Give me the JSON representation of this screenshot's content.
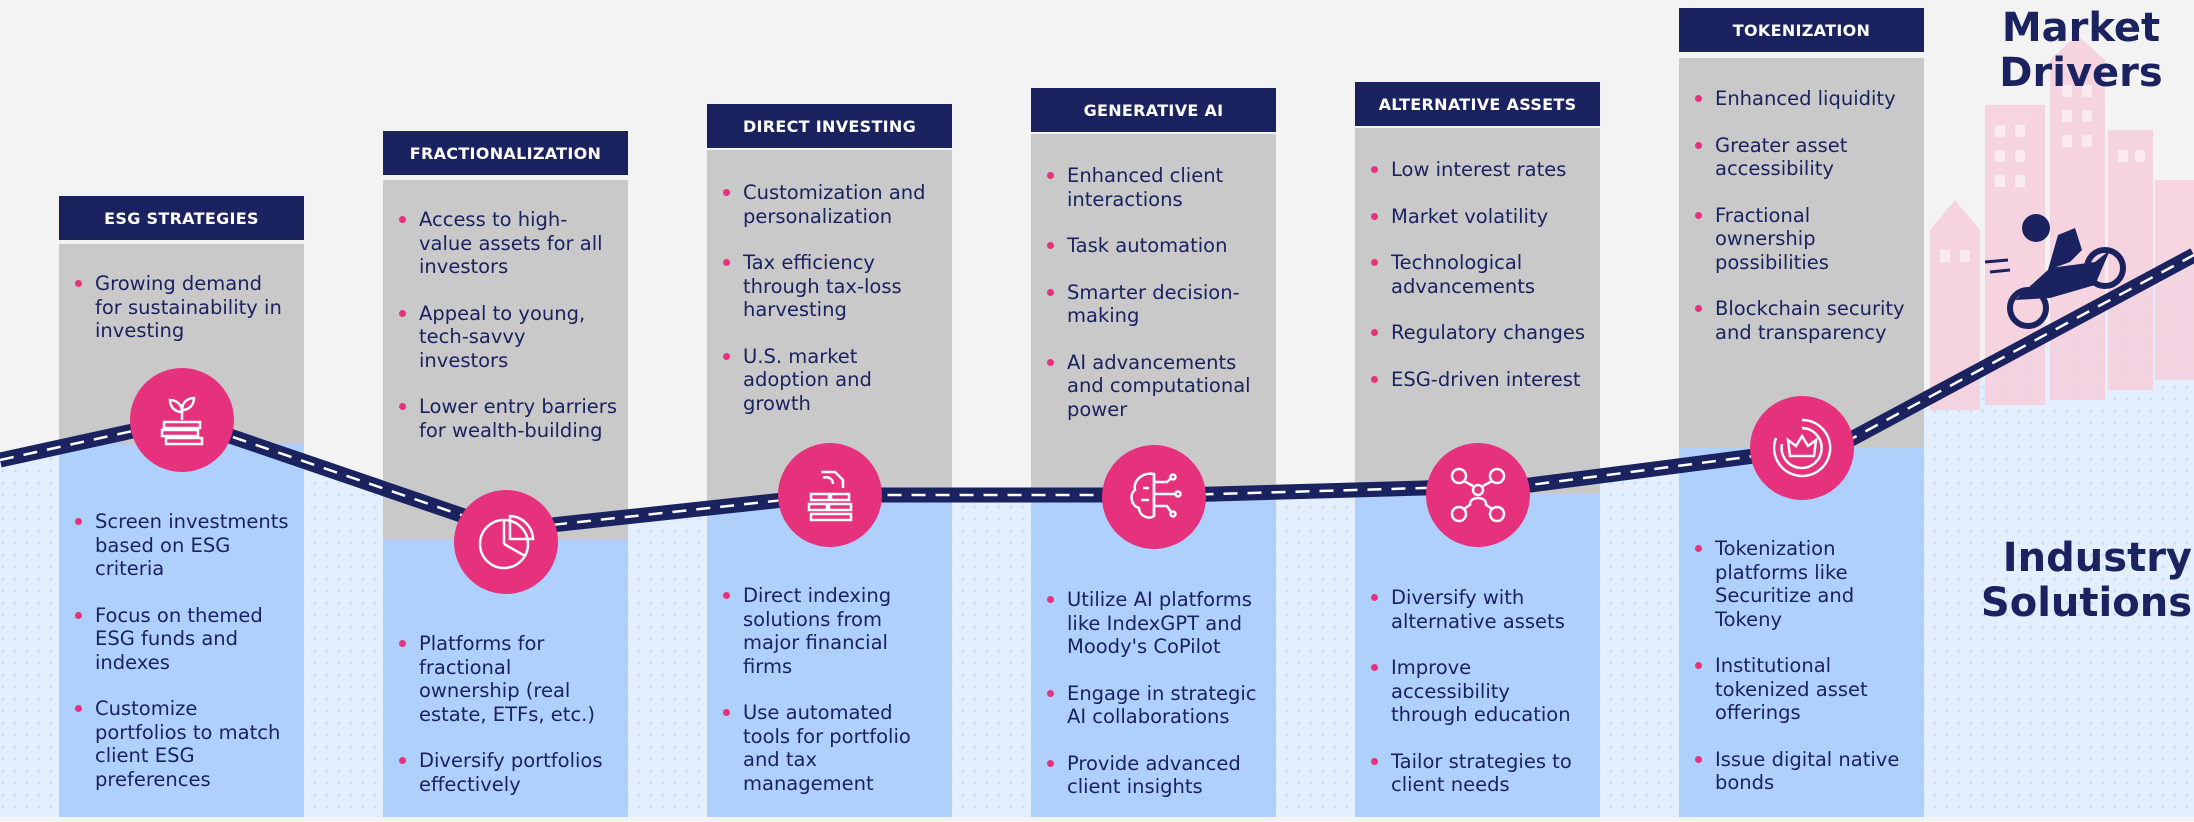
{
  "headings": {
    "drivers": "Market Drivers",
    "solutions": "Industry Solutions"
  },
  "colors": {
    "navy": "#1b2260",
    "pink": "#e6317c",
    "grey_panel": "#c9c9c9",
    "blue_panel": "#aed0fb",
    "light_blue": "#e3effd"
  },
  "columns": [
    {
      "title": "ESG STRATEGIES",
      "icon": "sprout-coins-icon",
      "drivers": [
        "Growing demand for sustainability in investing"
      ],
      "solutions": [
        "Screen investments based on ESG criteria",
        "Focus on themed ESG funds and indexes",
        "Customize portfolios to match client ESG preferences"
      ]
    },
    {
      "title": "FRACTIONALIZATION",
      "icon": "pie-chart-icon",
      "drivers": [
        "Access to high-value assets for all investors",
        "Appeal to young, tech-savvy investors",
        "Lower entry barriers for wealth-building"
      ],
      "solutions": [
        "Platforms for fractional ownership (real estate, ETFs, etc.)",
        "Diversify portfolios effectively"
      ]
    },
    {
      "title": "DIRECT INVESTING",
      "icon": "hand-coins-icon",
      "drivers": [
        "Customization and personalization",
        "Tax efficiency through tax-loss harvesting",
        "U.S. market adoption and growth"
      ],
      "solutions": [
        "Direct indexing solutions from major financial firms",
        "Use automated tools for portfolio and tax management"
      ]
    },
    {
      "title": "GENERATIVE AI",
      "icon": "brain-circuit-icon",
      "drivers": [
        "Enhanced client interactions",
        "Task automation",
        "Smarter decision-making",
        "AI advancements and computational power"
      ],
      "solutions": [
        "Utilize AI platforms like IndexGPT and Moody's CoPilot",
        "Engage in strategic AI collaborations",
        "Provide advanced client insights"
      ]
    },
    {
      "title": "ALTERNATIVE ASSETS",
      "icon": "network-dollar-icon",
      "drivers": [
        "Low interest rates",
        "Market volatility",
        "Technological advancements",
        "Regulatory changes",
        "ESG-driven interest"
      ],
      "solutions": [
        "Diversify with alternative assets",
        "Improve accessibility through education",
        "Tailor strategies to client needs"
      ]
    },
    {
      "title": "TOKENIZATION",
      "icon": "crown-token-icon",
      "drivers": [
        "Enhanced liquidity",
        "Greater asset accessibility",
        "Fractional ownership possibilities",
        "Blockchain security and transparency"
      ],
      "solutions": [
        "Tokenization platforms like Securitize and Tokeny",
        "Institutional tokenized asset offerings",
        "Issue digital native bonds"
      ]
    }
  ]
}
